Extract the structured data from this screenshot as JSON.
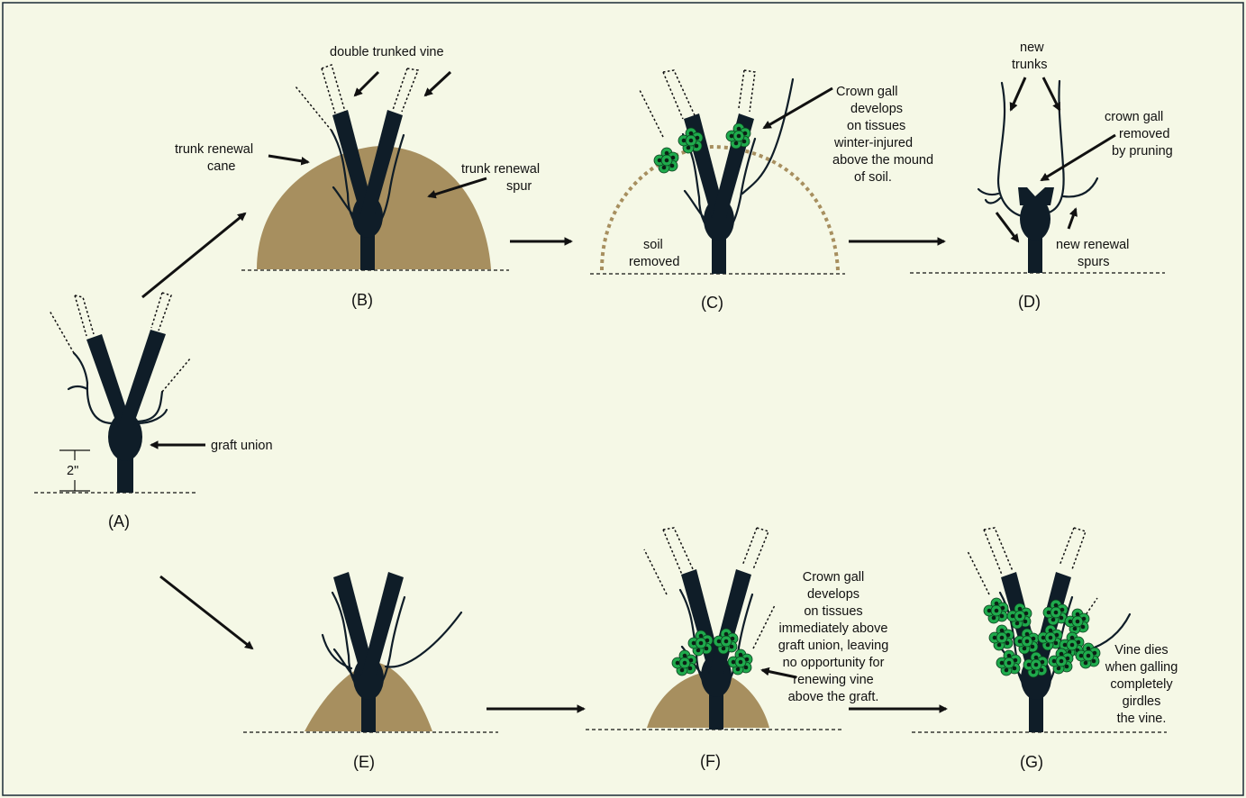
{
  "panels": {
    "A": {
      "caption": "(A)",
      "height_label": "2\"",
      "graft_label": "graft union"
    },
    "B": {
      "caption": "(B)",
      "double_trunk_label": "double trunked vine",
      "cane_label": [
        "trunk renewal",
        "cane"
      ],
      "spur_label": [
        "trunk renewal",
        "spur"
      ]
    },
    "C": {
      "caption": "(C)",
      "gall_label": [
        "Crown gall",
        "develops",
        "on tissues",
        "winter-injured",
        "above the mound",
        "of soil."
      ],
      "soil_label": [
        "soil",
        "removed"
      ]
    },
    "D": {
      "caption": "(D)",
      "trunks_label": [
        "new",
        "trunks"
      ],
      "removed_label": [
        "crown gall",
        "removed",
        "by pruning"
      ],
      "spurs_label": [
        "new renewal",
        "spurs"
      ]
    },
    "E": {
      "caption": "(E)"
    },
    "F": {
      "caption": "(F)",
      "gall_label": [
        "Crown gall",
        "develops",
        "on tissues",
        "immediately above",
        "graft union, leaving",
        "no opportunity for",
        "renewing vine",
        "above the graft."
      ]
    },
    "G": {
      "caption": "(G)",
      "dies_label": [
        "Vine dies",
        "when galling",
        "completely",
        "girdles",
        "the vine."
      ]
    }
  },
  "colors": {
    "background": "#f5f8e6",
    "trunk": "#0f1d28",
    "soil": "#a78f5f",
    "gall": "#1faa4c"
  }
}
